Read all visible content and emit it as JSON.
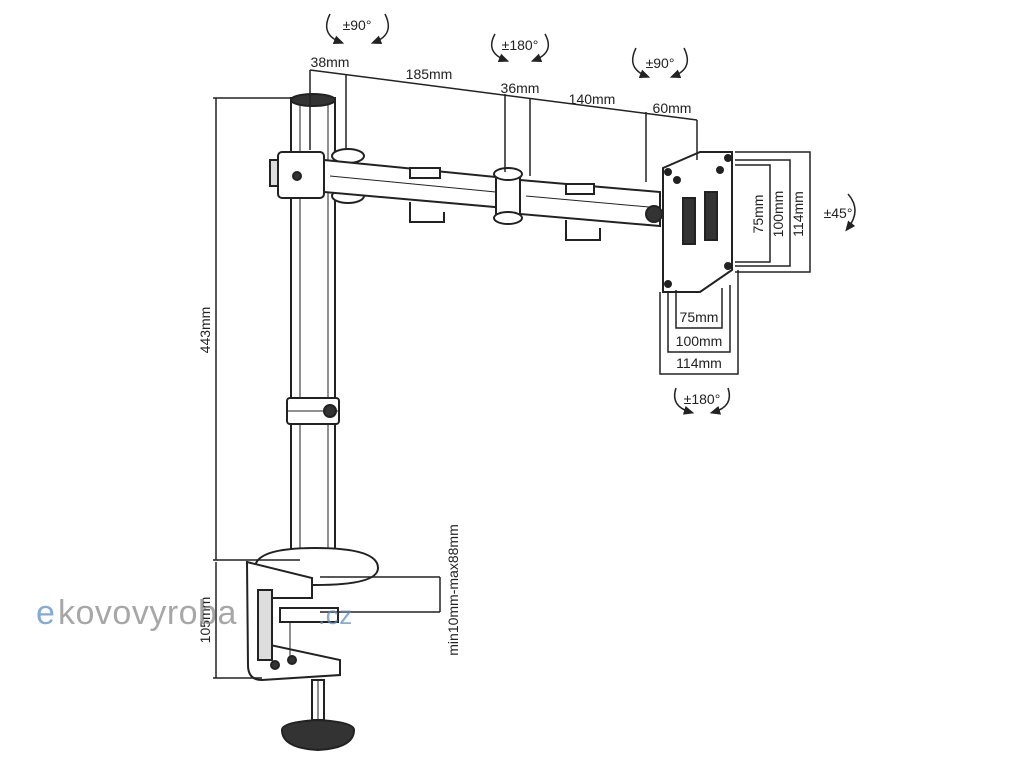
{
  "arm_dimensions": {
    "seg_38": "38mm",
    "seg_185": "185mm",
    "seg_36": "36mm",
    "seg_140": "140mm",
    "seg_60": "60mm"
  },
  "rotations": {
    "top_left": "±90°",
    "top_middle": "±180°",
    "top_right": "±90°",
    "tilt": "±45°",
    "bottom": "±180°"
  },
  "vesa": {
    "vertical": [
      "75mm",
      "100mm",
      "114mm"
    ],
    "horizontal": [
      "75mm",
      "100mm",
      "114mm"
    ]
  },
  "pole_height": "443mm",
  "clamp": {
    "height": "105mm",
    "thickness_range": "min10mm-max88mm"
  },
  "watermark": {
    "prefix": "e",
    "name": "kovovyroba",
    "suffix": ".cz"
  },
  "colors": {
    "line": "#222222",
    "watermark_blue": "#5b8fc7",
    "watermark_grey": "#8a8a8a"
  }
}
